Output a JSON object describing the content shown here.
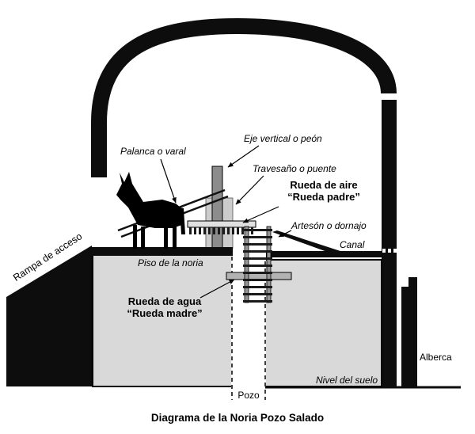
{
  "title": "Diagrama de la Noria Pozo Salado",
  "labels": {
    "palanca": "Palanca o varal",
    "eje_vertical": "Eje vertical o peón",
    "travesano": "Travesaño o puente",
    "rueda_aire_line1": "Rueda de aire",
    "rueda_aire_line2": "“Rueda padre”",
    "arteson": "Artesón o dornajo",
    "canal": "Canal",
    "rampa": "Rampa de acceso",
    "piso": "Piso de la noria",
    "rueda_agua_line1": "Rueda de agua",
    "rueda_agua_line2": "“Rueda madre”",
    "pozo": "Pozo",
    "nivel_suelo": "Nivel del suelo",
    "alberca": "Alberca"
  },
  "colors": {
    "structure_black": "#0d0d0d",
    "platform_gray": "#d9d9d9",
    "machine_dark_gray": "#8c8c8c",
    "machine_light_gray": "#cccccc"
  }
}
